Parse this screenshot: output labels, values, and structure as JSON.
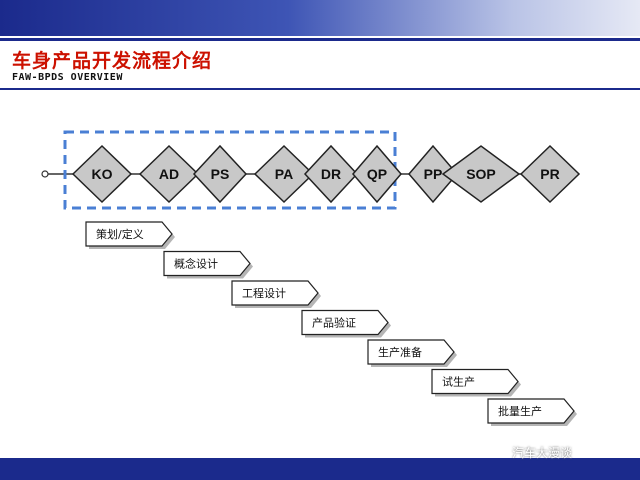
{
  "header": {
    "title": "车身产品开发流程介绍",
    "subtitle": "FAW-BPDS OVERVIEW"
  },
  "milestones": [
    "KO",
    "AD",
    "PS",
    "PA",
    "DR",
    "QP",
    "PP",
    "SOP",
    "PR"
  ],
  "phases": [
    "策划/定义",
    "概念设计",
    "工程设计",
    "产品验证",
    "生产准备",
    "试生产",
    "批量生产"
  ],
  "watermark": "汽车大漫谈",
  "colors": {
    "title": "#cc1100",
    "bar": "#1b2a8c",
    "diamond_fill": "#c8c8c8",
    "dashed_box": "#4a7fd4"
  }
}
